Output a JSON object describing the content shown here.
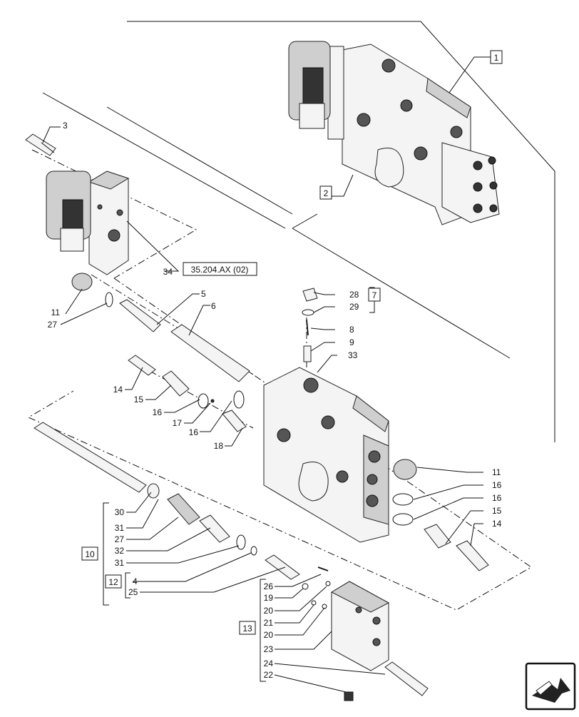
{
  "callouts": {
    "c1": "1",
    "c2": "2",
    "c3": "3",
    "c4": "4",
    "c5": "5",
    "c6": "6",
    "c7": "7",
    "c8": "8",
    "c9": "9",
    "c10": "10",
    "c11a": "11",
    "c11b": "11",
    "c12": "12",
    "c13": "13",
    "c14a": "14",
    "c14b": "14",
    "c15a": "15",
    "c15b": "15",
    "c16a": "16",
    "c16b": "16",
    "c16c": "16",
    "c16d": "16",
    "c17": "17",
    "c18": "18",
    "c19": "19",
    "c20a": "20",
    "c20b": "20",
    "c21": "21",
    "c22": "22",
    "c23": "23",
    "c24": "24",
    "c25": "25",
    "c26": "26",
    "c27a": "27",
    "c27b": "27",
    "c28": "28",
    "c29": "29",
    "c30": "30",
    "c31a": "31",
    "c31b": "31",
    "c32": "32",
    "c33": "33",
    "c34": "34"
  },
  "reference": "35.204.AX (02)",
  "icons": {
    "nav": "next-page-arrow-icon"
  }
}
